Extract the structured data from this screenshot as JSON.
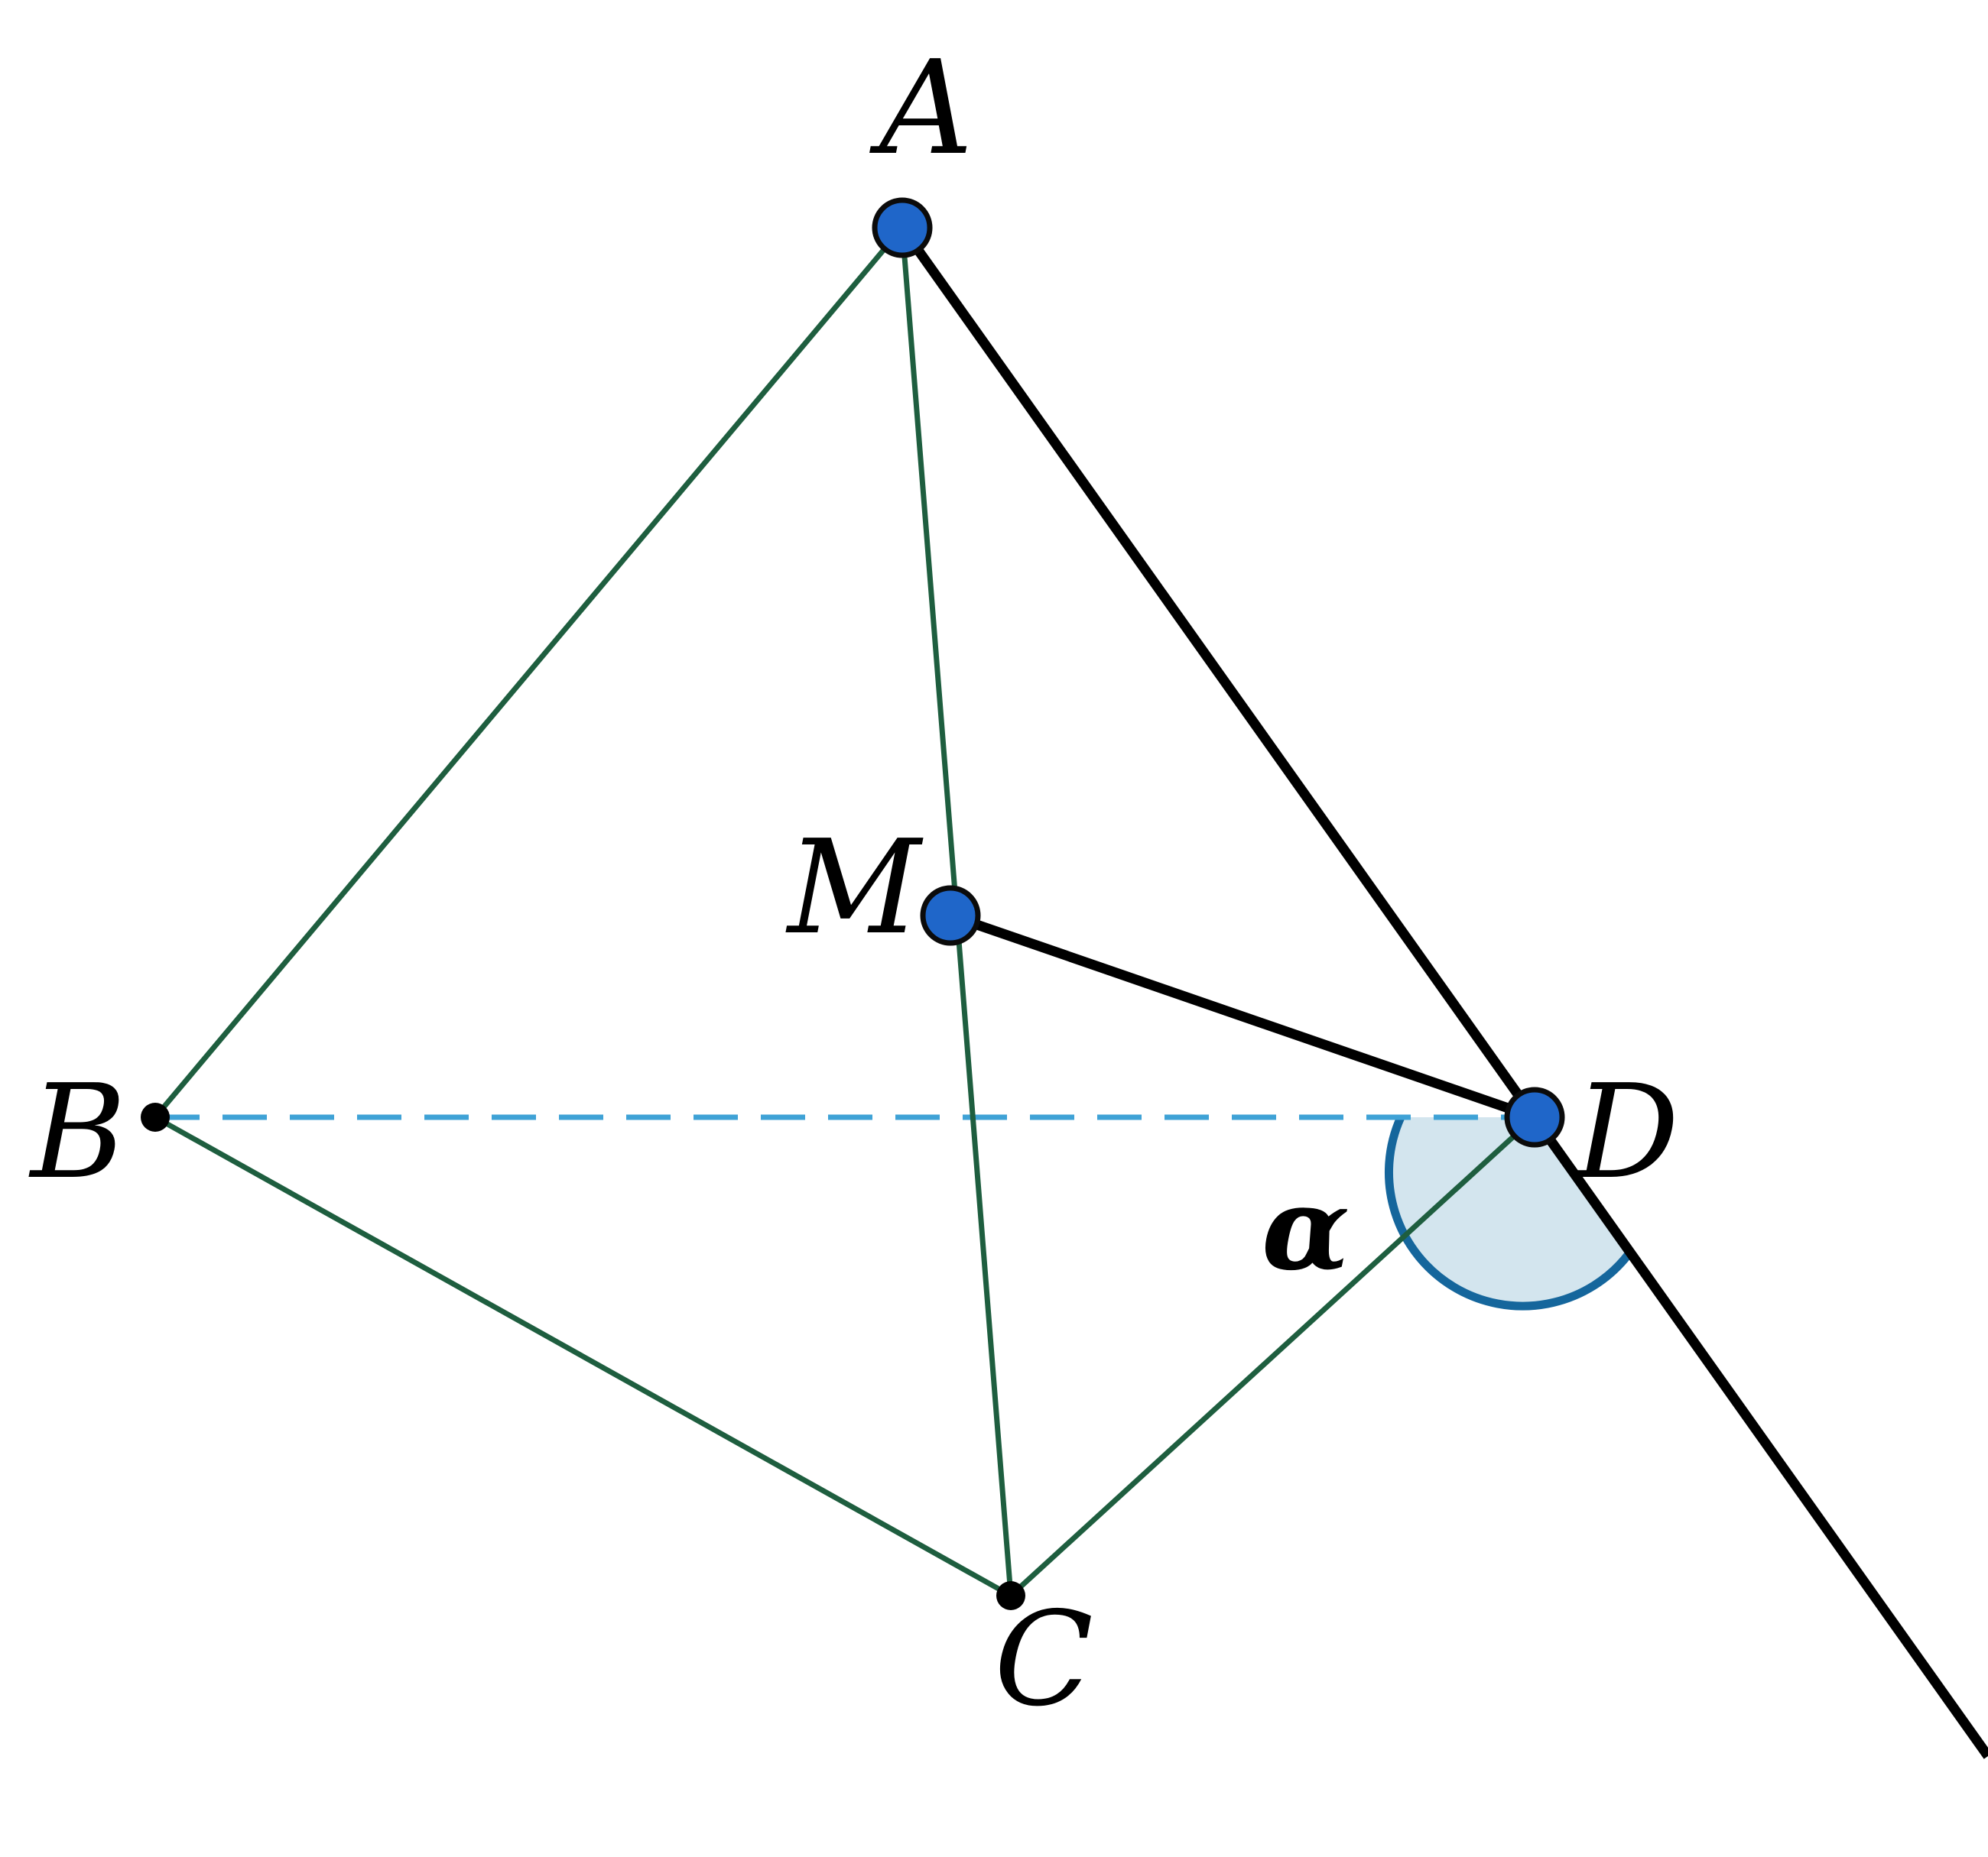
{
  "diagram": {
    "labels": {
      "A": "A",
      "B": "B",
      "C": "C",
      "D": "D",
      "M": "M",
      "angle": "α"
    },
    "colors": {
      "edge": "#1e5e3f",
      "hidden_edge": "#3fa2d6",
      "highlight": "#000000",
      "point_fill": "#1f66c9",
      "point_stroke": "#0b0b0b",
      "angle_fill": "#d3e5ee",
      "angle_stroke": "#15669c"
    }
  }
}
